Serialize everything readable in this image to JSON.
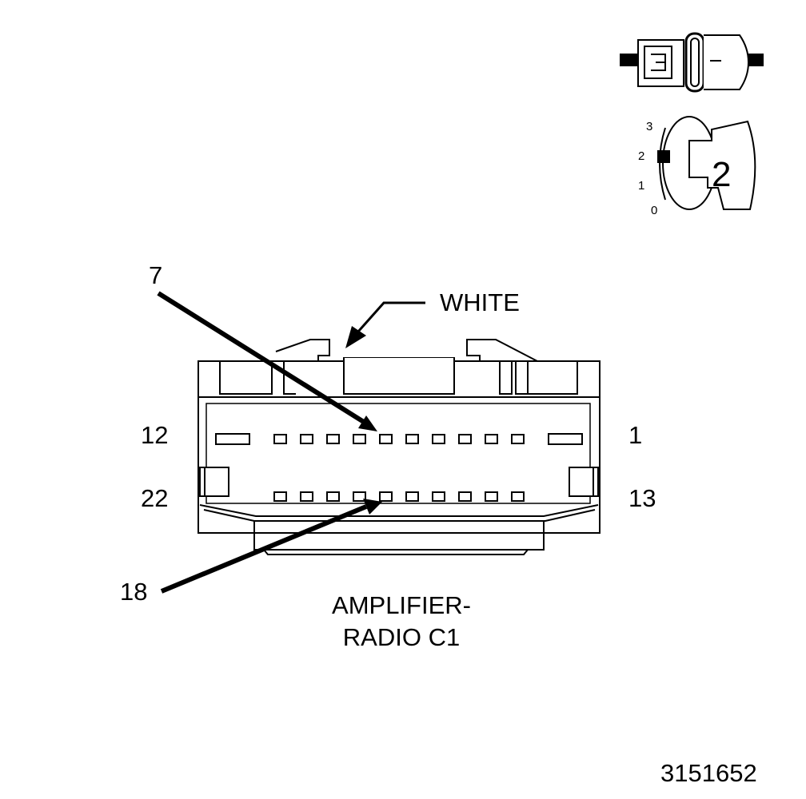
{
  "title_line1": "AMPLIFIER-",
  "title_line2": "RADIO C1",
  "color_label": "WHITE",
  "figure_id": "3151652",
  "pin_labels": {
    "top_left": "12",
    "top_right": "1",
    "bottom_left": "22",
    "bottom_right": "13",
    "callout_top": "7",
    "callout_bottom": "18"
  },
  "icon": {
    "position_digit": "2",
    "scale": [
      "3",
      "2",
      "1",
      "0"
    ]
  }
}
